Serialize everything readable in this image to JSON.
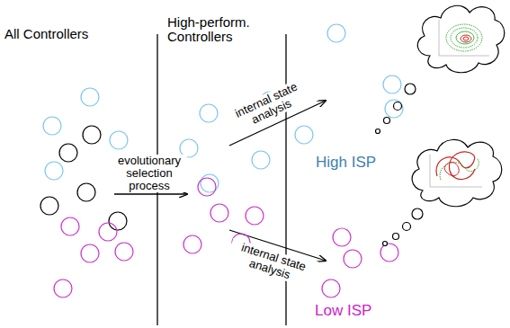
{
  "diagram": {
    "labels": [
      "All Controllers",
      "High-perform. Controllers",
      "evolutionary selection process",
      "internal state analysis",
      "internal state analysis",
      "High ISP",
      "Low ISP"
    ]
  }
}
